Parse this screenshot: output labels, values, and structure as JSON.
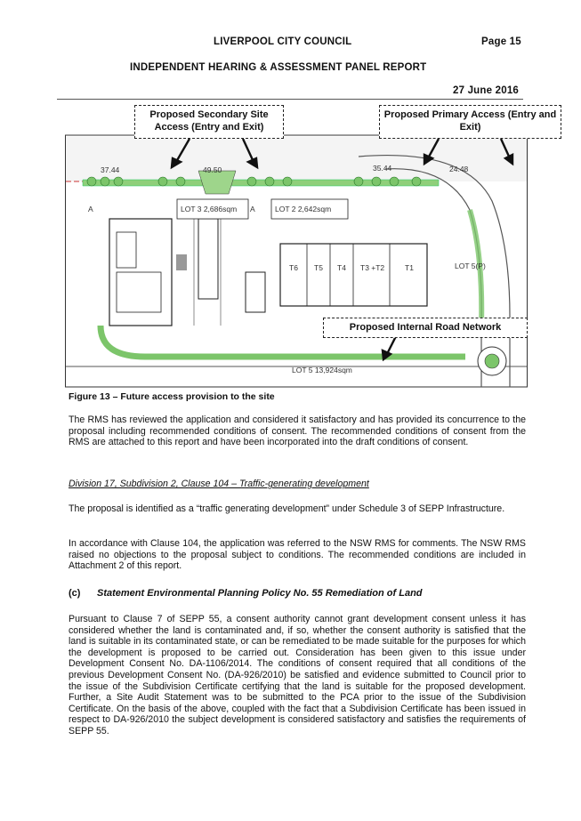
{
  "header": {
    "council": "LIVERPOOL CITY COUNCIL",
    "page": "Page 15",
    "report_title": "INDEPENDENT HEARING & ASSESSMENT PANEL REPORT",
    "date": "27 June 2016"
  },
  "figure": {
    "callouts": {
      "secondary_access": "Proposed Secondary Site Access (Entry and Exit)",
      "primary_access": "Proposed Primary Access (Entry and Exit)",
      "internal_road": "Proposed Internal Road Network"
    },
    "plan_labels": {
      "dim_1": "37.44",
      "dim_2": "49.50",
      "dim_3": "35.44",
      "dim_4": "24.48",
      "lot3": "LOT 3  2,686sqm",
      "lot2": "LOT 2  2,642sqm",
      "lot5": "LOT 5  13,924sqm",
      "lot5_right": "LOT 5(P)",
      "letter_a1": "A",
      "letter_a2": "A",
      "units": [
        "T6",
        "T5",
        "T4",
        "T3 +T2",
        "T1"
      ]
    },
    "caption": "Figure 13 – Future access provision to the site"
  },
  "body": {
    "para1": "The RMS has reviewed the application and considered it satisfactory and has provided its concurrence to the proposal including recommended conditions of consent. The recommended conditions of consent from the RMS are attached to this report and have been incorporated into the draft conditions of consent.",
    "heading_division": "Division 17, Subdivision 2, Clause 104 – Traffic-generating development",
    "para2": "The proposal is identified as a “traffic generating development” under Schedule 3 of SEPP Infrastructure.",
    "para3": "In accordance with Clause 104, the application was referred to the NSW RMS for comments. The NSW RMS raised no objections to the proposal subject to conditions.  The recommended conditions are included in Attachment 2 of this report.",
    "section_label": "(c)",
    "section_title": "Statement Environmental Planning Policy No. 55 Remediation of Land",
    "para4": "Pursuant to Clause 7 of SEPP 55, a consent authority cannot grant development consent unless it has considered whether the land is contaminated and, if so, whether the consent authority is satisfied that the land is suitable in its contaminated state, or can be remediated to be made suitable for the purposes for which the development is proposed to be carried out. Consideration has been given to this issue under Development Consent No. DA-1106/2014. The conditions of consent required that all conditions of the previous Development Consent No. (DA-926/2010) be satisfied and evidence submitted to Council prior to the issue of the Subdivision Certificate certifying that the land is suitable for the proposed development. Further, a Site Audit Statement was to be submitted to the PCA prior to the issue of the Subdivision Certificate. On the basis of the above, coupled with the fact that a Subdivision Certificate has been issued in respect to DA-926/2010 the subject development is considered satisfactory and satisfies the requirements of SEPP 55."
  }
}
